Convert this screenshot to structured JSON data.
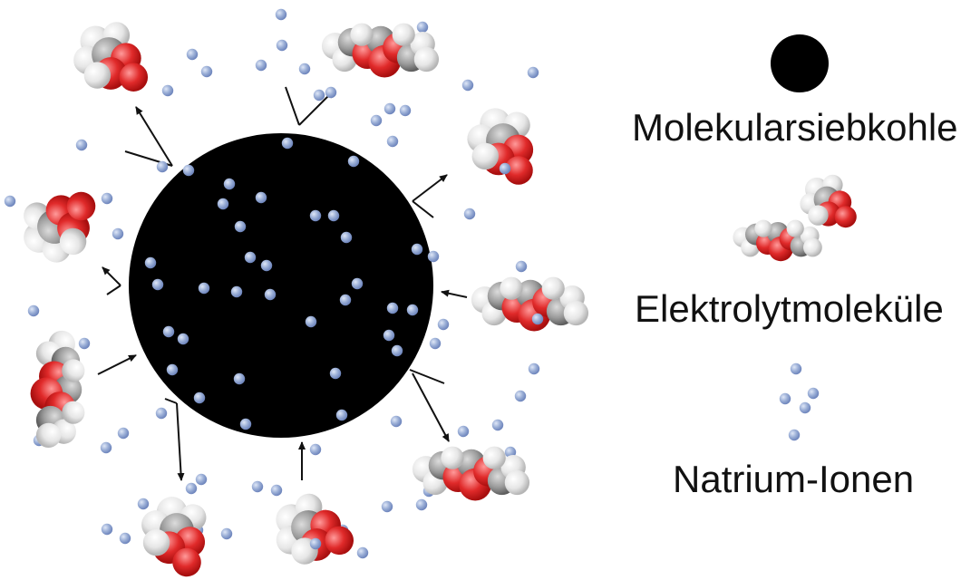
{
  "legend": {
    "carbon_label": "Molekularsiebkohle",
    "electrolyte_label": "Elektrolytmoleküle",
    "sodium_label": "Natrium-Ionen"
  },
  "colors": {
    "carbon": "#000000",
    "ion": "#9aaed6",
    "ion_edge": "#6f86bd",
    "oxygen": "#e02a2a",
    "hydrogen": "#e9e9e9",
    "carbon_atom": "#9a9a9a",
    "arrow": "#111111"
  }
}
